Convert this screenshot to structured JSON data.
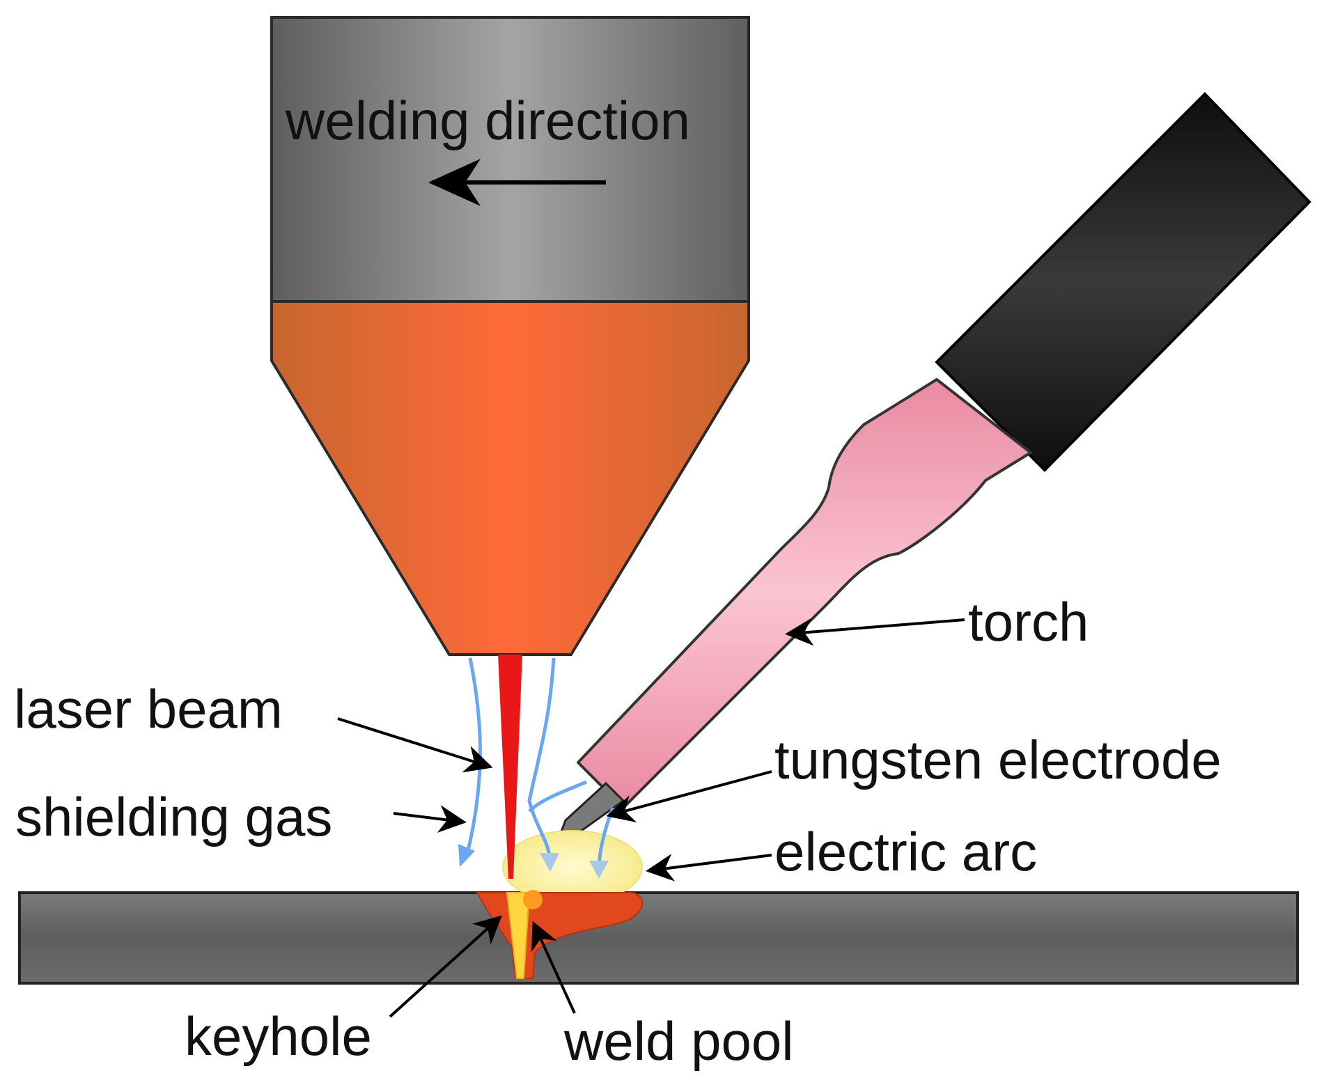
{
  "labels": {
    "welding_direction": "welding direction",
    "torch": "torch",
    "laser_beam": "laser beam",
    "shielding_gas": "shielding gas",
    "tungsten_electrode": "tungsten electrode",
    "electric_arc": "electric arc",
    "keyhole": "keyhole",
    "weld_pool": "weld pool"
  },
  "colors": {
    "laser_head_gray": "#8a8a8a",
    "nozzle_orange": "#d2703a",
    "laser_beam": "#e81818",
    "shielding_gas": "#6aa6f2",
    "torch_pink": "#f2a6b8",
    "torch_cap": "#1e1e1e",
    "workpiece": "#6a6a6a",
    "electric_arc": "#fbf3a8",
    "weld_pool": "#e2481e"
  }
}
